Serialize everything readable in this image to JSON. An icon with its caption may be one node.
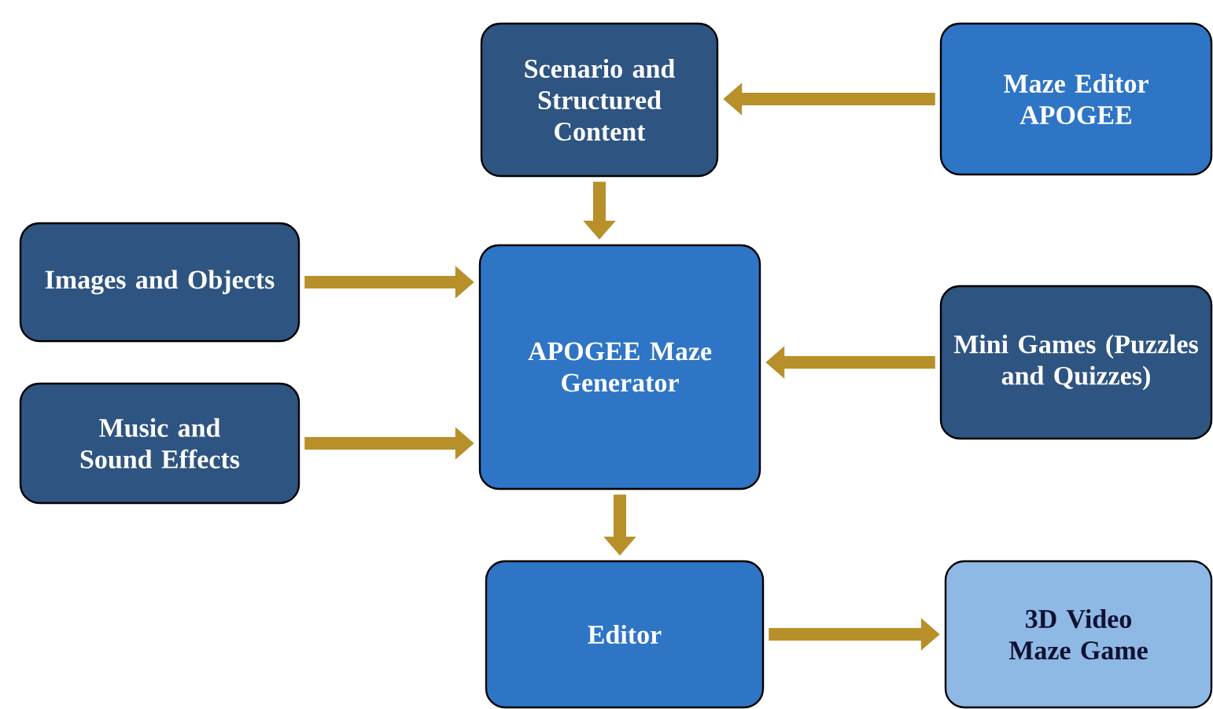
{
  "diagram": {
    "nodes": [
      {
        "text": [
          "Scenario and Structured Content"
        ]
      },
      {
        "text": [
          "Maze Editor APOGEE"
        ]
      },
      {
        "text": [
          "Images and Objects"
        ]
      },
      {
        "text": [
          "APOGEE Maze Generator"
        ]
      },
      {
        "text": [
          "Mini Games (Puzzles and Quizzes)"
        ]
      },
      {
        "text": [
          "Music and Sound Effects"
        ]
      },
      {
        "text": [
          "Editor"
        ]
      },
      {
        "text": [
          "3D Video Maze Game"
        ]
      }
    ],
    "edges": [
      {
        "from": 1,
        "to": 0,
        "arrow": "to"
      },
      {
        "from": 0,
        "to": 3,
        "arrow": "to"
      },
      {
        "from": 2,
        "to": 3,
        "arrow": "to"
      },
      {
        "from": 5,
        "to": 3,
        "arrow": "to"
      },
      {
        "from": 4,
        "to": 3,
        "arrow": "to"
      },
      {
        "from": 3,
        "to": 6,
        "arrow": "to"
      },
      {
        "from": 6,
        "to": 7,
        "arrow": "to"
      }
    ]
  }
}
